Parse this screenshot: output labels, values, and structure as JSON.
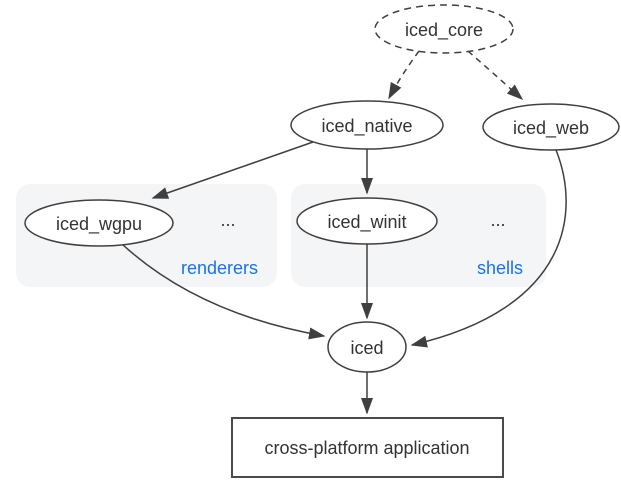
{
  "diagram": {
    "nodes": {
      "iced_core": {
        "label": "iced_core",
        "shape": "dashed-ellipse"
      },
      "iced_native": {
        "label": "iced_native",
        "shape": "ellipse"
      },
      "iced_web": {
        "label": "iced_web",
        "shape": "ellipse"
      },
      "iced_wgpu": {
        "label": "iced_wgpu",
        "shape": "ellipse"
      },
      "iced_winit": {
        "label": "iced_winit",
        "shape": "ellipse"
      },
      "iced": {
        "label": "iced",
        "shape": "ellipse"
      },
      "cross_platform_application": {
        "label": "cross-platform application",
        "shape": "rectangle"
      }
    },
    "groups": {
      "renderers": {
        "label": "renderers",
        "ellipsis": "...",
        "contains": [
          "iced_wgpu"
        ]
      },
      "shells": {
        "label": "shells",
        "ellipsis": "...",
        "contains": [
          "iced_winit"
        ]
      }
    },
    "edges": [
      {
        "from": "iced_core",
        "to": "iced_native",
        "style": "dashed"
      },
      {
        "from": "iced_core",
        "to": "iced_web",
        "style": "dashed"
      },
      {
        "from": "iced_native",
        "to": "iced_wgpu",
        "style": "solid"
      },
      {
        "from": "iced_native",
        "to": "iced_winit",
        "style": "solid"
      },
      {
        "from": "iced_wgpu",
        "to": "iced",
        "style": "solid"
      },
      {
        "from": "iced_winit",
        "to": "iced",
        "style": "solid"
      },
      {
        "from": "iced_web",
        "to": "iced",
        "style": "solid"
      },
      {
        "from": "iced",
        "to": "cross_platform_application",
        "style": "solid"
      }
    ],
    "colors": {
      "line": "#3f3f3f",
      "text": "#333333",
      "group_label": "#1a73e8",
      "group_background": "#f4f5f7",
      "node_fill": "#ffffff",
      "page_background": "#ffffff"
    }
  }
}
